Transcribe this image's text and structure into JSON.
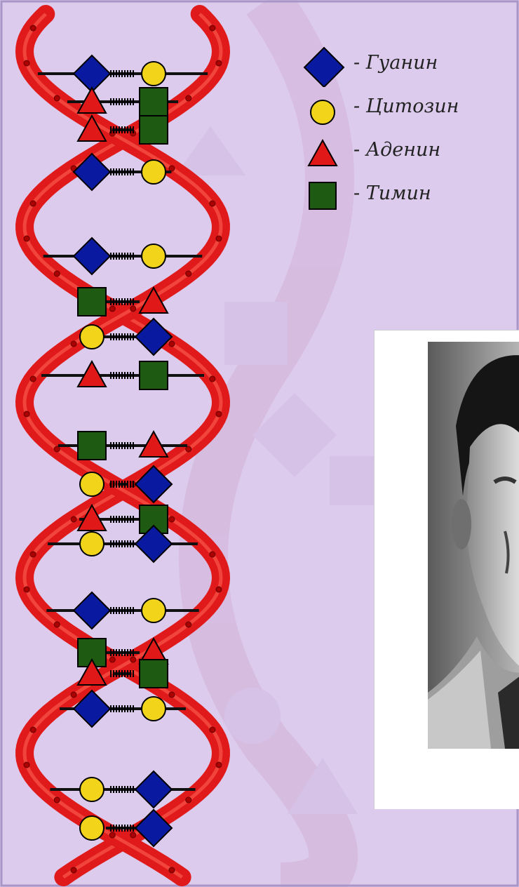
{
  "legend": {
    "items": [
      {
        "label": "- Гуанин",
        "shape": "diamond",
        "color": "#0a1aa0"
      },
      {
        "label": "- Цитозин",
        "shape": "circle",
        "color": "#f2d51a"
      },
      {
        "label": "- Аденин",
        "shape": "triangle",
        "color": "#e01818"
      },
      {
        "label": "- Тимин",
        "shape": "square",
        "color": "#1e5a12"
      }
    ]
  },
  "colors": {
    "background": "#dccbec",
    "helix": "#e01a1a",
    "rung": "#111111"
  },
  "icons": {
    "helix": "dna-double-helix",
    "photo": "scientist-portrait-photo"
  }
}
